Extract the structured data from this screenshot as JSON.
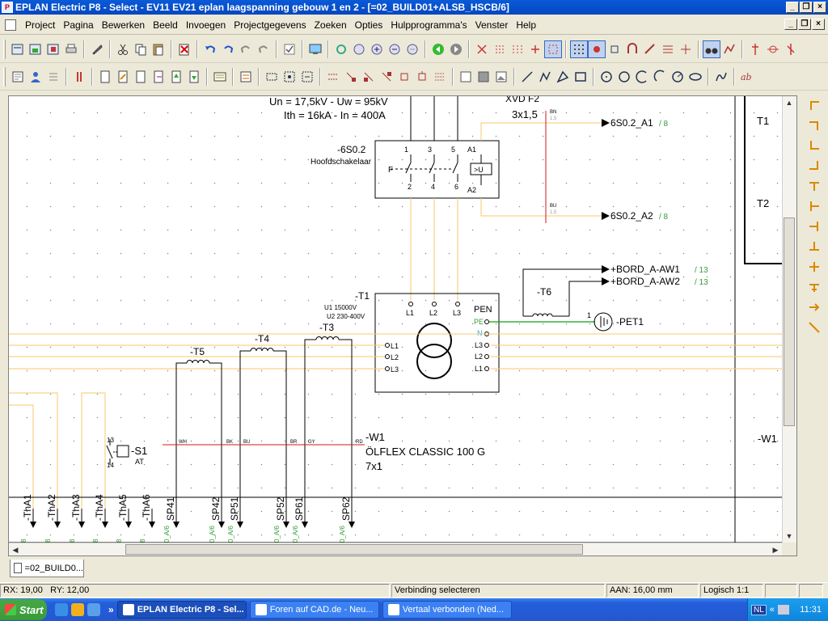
{
  "window": {
    "title": "EPLAN Electric P8 - Select - EV11 EV21 eplan laagspanning gebouw 1 en 2 - [=02_BUILD01+ALSB_HSCB/6]"
  },
  "menu": {
    "items": [
      "Project",
      "Pagina",
      "Bewerken",
      "Beeld",
      "Invoegen",
      "Projectgegevens",
      "Zoeken",
      "Opties",
      "Hulpprogramma's",
      "Venster",
      "Help"
    ]
  },
  "schematic": {
    "texts": {
      "un_uw": "Un = 17,5kV - Uw = 95kV",
      "ith_in": "Ith = 16kA - In = 400A",
      "xvd_label": "XVD F2",
      "cable_3x15": "3x1,5",
      "bn": "BN",
      "bu": "BU",
      "cs13a": "1,5",
      "cs13b": "1,5",
      "target_a1": "6S0.2_A1",
      "target_a1_ref": "/ 8",
      "target_a2": "6S0.2_A2",
      "target_a2_ref": "/ 8",
      "switch_name": "-6S0.2",
      "switch_desc": "Hoofdschakelaar",
      "term_1": "1",
      "term_3": "3",
      "term_5": "5",
      "term_a1": "A1",
      "term_2": "2",
      "term_4": "4",
      "term_6": "6",
      "term_a2": "A2",
      "relay_u": ">U",
      "t1_designation": "-T1",
      "t1_u1": "U1 15000V",
      "t1_u2": "U2 230-400V",
      "l1": "L1",
      "l2": "L2",
      "l3": "L3",
      "pen": "PEN",
      "pe": "PE",
      "n": "N",
      "l3r": "L3",
      "l2r": "L2",
      "l1r": "L1",
      "l1l": "L1",
      "l2l": "L2",
      "l3l": "L3",
      "t6": "-T6",
      "bord_aw1": "+BORD_A-AW1",
      "bord_aw1_ref": "/ 13",
      "bord_aw2": "+BORD_A-AW2",
      "bord_aw2_ref": "/ 13",
      "pet1_num": "1",
      "pet1": "-PET1",
      "t5": "-T5",
      "t4": "-T4",
      "t3": "-T3",
      "t_right1": "T1",
      "t_right2": "T2",
      "w1": "-W1",
      "w1_right": "-W1",
      "cable_type": "ÖLFLEX CLASSIC 100 G",
      "cable_cores": "7x1",
      "wh": "WH",
      "bk": "BK",
      "bu2": "BU",
      "br": "BR",
      "gy": "GY",
      "rd": "RD",
      "s1": "-S1",
      "s1_sym": "AT",
      "s1_13": "13",
      "s1_14": "14"
    },
    "bottom_labels": [
      "-ThA1",
      "-ThA2",
      "-ThA3",
      "-ThA4",
      "-ThA5",
      "-ThA6",
      "SP41",
      "SP42",
      "SP51",
      "SP52",
      "SP61",
      "SP62"
    ],
    "bottom_refs": [
      "8",
      "8",
      "8",
      "8",
      "8",
      "8",
      "0_A/6",
      "0_A/6",
      "0_A/6",
      "0_A/6",
      "0_A/6",
      "0_A/6"
    ]
  },
  "page_tab": {
    "label": "=02_BUILD0..."
  },
  "status": {
    "rx": "RX: 19,00",
    "ry": "RY: 12,00",
    "message": "Verbinding selecteren",
    "aan": "AAN: 16,00 mm",
    "logisch": "Logisch 1:1"
  },
  "taskbar": {
    "start": "Start",
    "tasks": [
      "EPLAN Electric P8 - Sel...",
      "Foren auf CAD.de - Neu...",
      "Vertaal verbonden (Ned..."
    ],
    "lang": "NL",
    "clock": "11:31"
  },
  "colors": {
    "wire_yellow": "#f5c86a",
    "wire_red": "#d01818",
    "wire_green": "#10a010",
    "text_green": "#3a9a3a"
  }
}
